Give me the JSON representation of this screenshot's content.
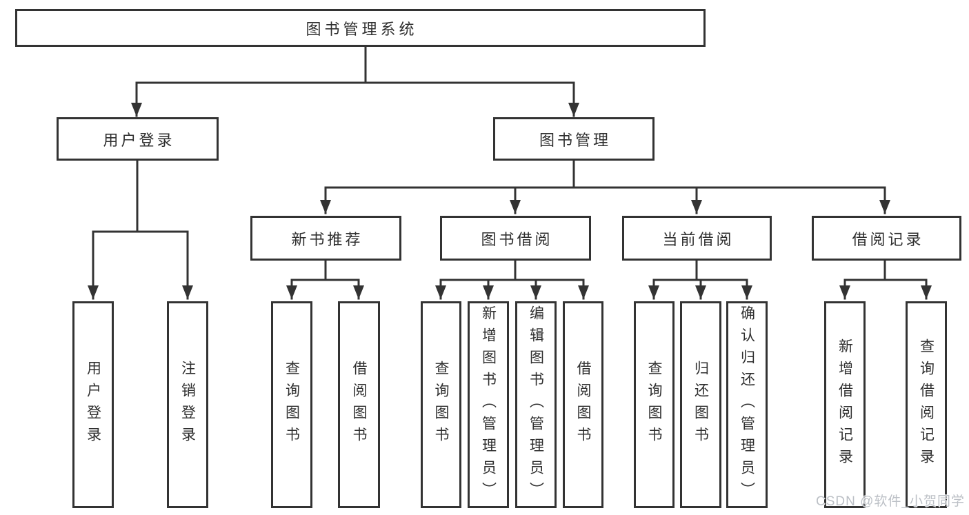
{
  "tree": {
    "root": {
      "label": "图书管理系统"
    },
    "children": [
      {
        "label": "用户登录",
        "children": [
          {
            "label": "用户登录"
          },
          {
            "label": "注销登录"
          }
        ]
      },
      {
        "label": "图书管理",
        "children": [
          {
            "label": "新书推荐",
            "children": [
              {
                "label": "查询图书"
              },
              {
                "label": "借阅图书"
              }
            ]
          },
          {
            "label": "图书借阅",
            "children": [
              {
                "label": "查询图书"
              },
              {
                "label": "新增图书（管理员）"
              },
              {
                "label": "编辑图书（管理员）"
              },
              {
                "label": "借阅图书"
              }
            ]
          },
          {
            "label": "当前借阅",
            "children": [
              {
                "label": "查询图书"
              },
              {
                "label": "归还图书"
              },
              {
                "label": "确认归还（管理员）"
              }
            ]
          },
          {
            "label": "借阅记录",
            "children": [
              {
                "label": "新增借阅记录"
              },
              {
                "label": "查询借阅记录"
              }
            ]
          }
        ]
      }
    ]
  },
  "watermark": {
    "text": "CSDN @软件_小贺同学"
  },
  "colors": {
    "line": "#333333",
    "text": "#2f2f2f",
    "background": "#ffffff",
    "watermark": "#bcc0c6"
  }
}
